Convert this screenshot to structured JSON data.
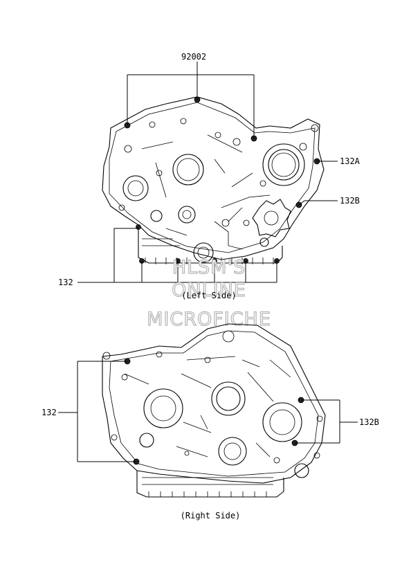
{
  "labels": {
    "part_92002": "92002",
    "part_132a": "132A",
    "part_132b_top": "132B",
    "part_132_left": "132",
    "part_132_right_view": "132",
    "part_132b_bottom": "132B"
  },
  "captions": {
    "left_side": "(Left Side)",
    "right_side": "(Right Side)"
  },
  "watermark": {
    "line1": "HLSM'S",
    "line2": "ONLINE",
    "line3": "MICROFICHE"
  }
}
